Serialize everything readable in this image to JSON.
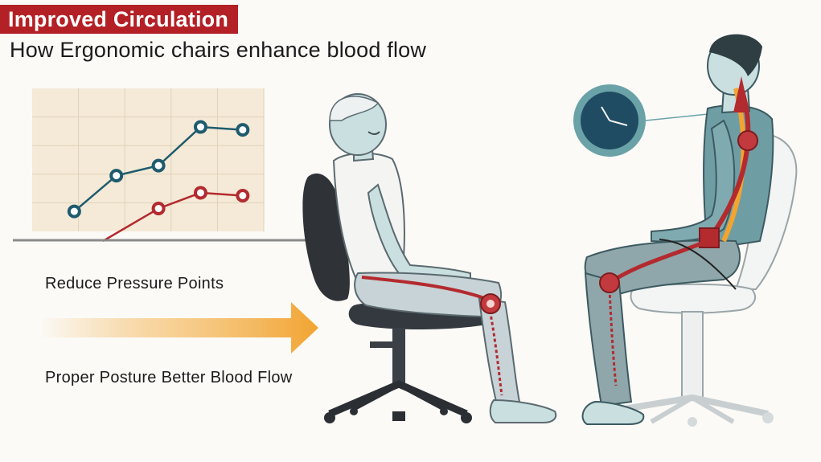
{
  "header": {
    "title": "Improved Circulation",
    "subtitle": "How Ergonomic chairs enhance blood flow"
  },
  "labels": {
    "reduce_pressure": "Reduce Pressure Points",
    "proper_posture": "Proper Posture  Better Blood Flow"
  },
  "chart_data": {
    "type": "line",
    "title": "",
    "xlabel": "",
    "ylabel": "",
    "grid": true,
    "x": [
      1,
      2,
      3,
      4,
      5
    ],
    "xlim": [
      0,
      5.5
    ],
    "ylim": [
      0,
      10
    ],
    "series": [
      {
        "color": "#1f5b6e",
        "values": [
          1.4,
          3.9,
          4.6,
          7.3,
          7.1
        ]
      },
      {
        "color": "#b32a2f",
        "values": [
          null,
          null,
          1.6,
          2.7,
          2.5
        ]
      }
    ],
    "background": "#f5ead7"
  },
  "colors": {
    "accent_red": "#b32025",
    "teal": "#1f5b6e",
    "arrow_orange": "#f2a431",
    "skin": "#c9dfe0"
  },
  "icons": {
    "clock": "clock-icon",
    "arrow": "right-arrow-icon"
  }
}
